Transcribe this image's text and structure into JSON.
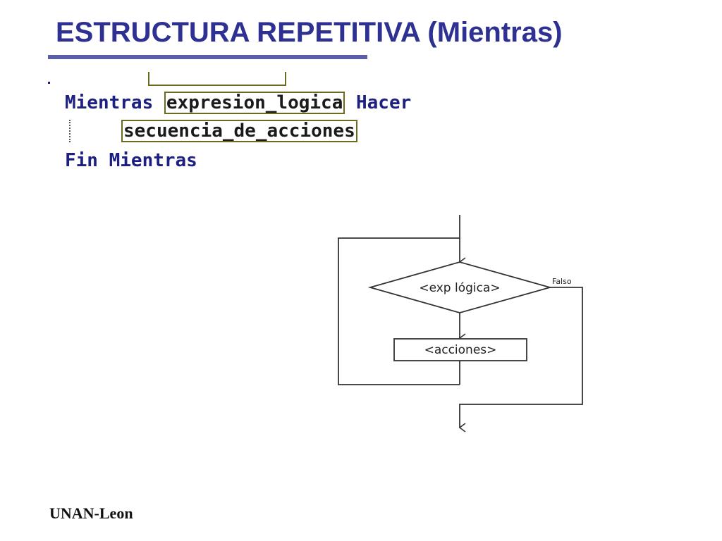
{
  "title": "ESTRUCTURA REPETITIVA (Mientras)",
  "pseudocode": {
    "line1": {
      "keyword_start": "Mientras",
      "condition": "expresion_logica",
      "keyword_end": "Hacer"
    },
    "line2": {
      "body": "secuencia_de_acciones"
    },
    "line3": {
      "keyword": "Fin Mientras"
    }
  },
  "flowchart": {
    "decision_label": "<exp lógica>",
    "false_label": "Falso",
    "action_label": "<acciones>"
  },
  "footer": {
    "institution": "UNAN-Leon"
  },
  "colors": {
    "title": "#2e3192",
    "keyword": "#1d2080",
    "box_border": "#6b6b1f"
  }
}
